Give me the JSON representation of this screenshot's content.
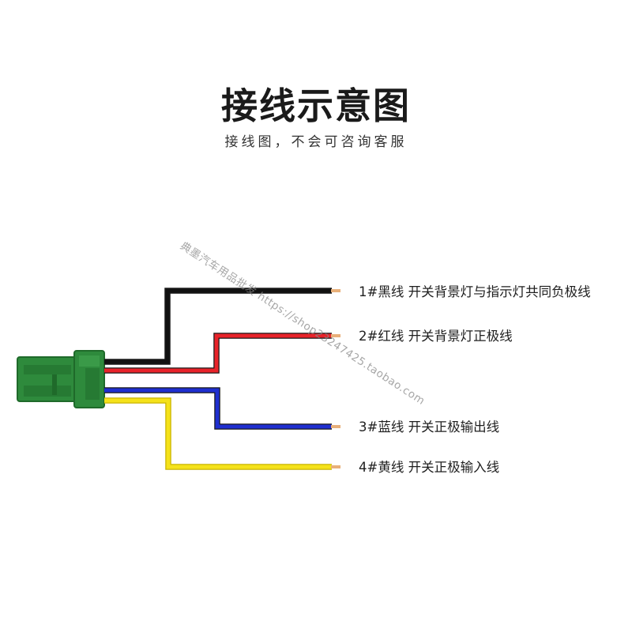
{
  "title": "接线示意图",
  "subtitle": "接线图，不会可咨询客服",
  "watermark": "典墨汽车用品批发 https://shop23247425.taobao.com",
  "wires": [
    {
      "label": "1#黑线 开关背景灯与指示灯共同负极线",
      "color": "#111111"
    },
    {
      "label": "2#红线 开关背景灯正极线",
      "color": "#e8232a"
    },
    {
      "label": "3#蓝线 开关正极输出线",
      "color": "#1f2fd0"
    },
    {
      "label": "4#黄线 开关正极输入线",
      "color": "#f5e21a"
    }
  ],
  "colors": {
    "connector": "#2e8a3c",
    "connector_dark": "#1f6a2a",
    "tip": "#e8b07a",
    "wire_outline": "#1a1a1a"
  },
  "icons": [
    "connector-icon"
  ]
}
